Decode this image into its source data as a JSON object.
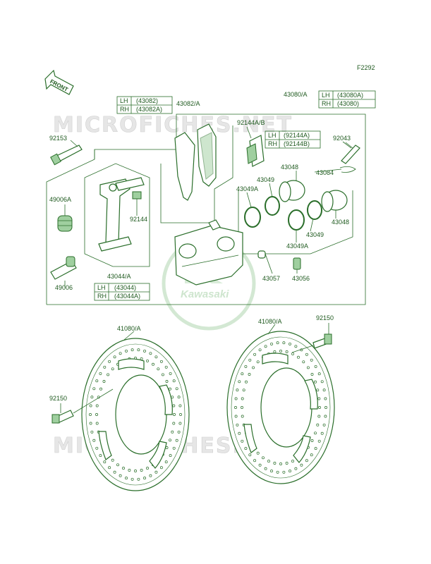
{
  "diagram_code": "F2292",
  "front_label": "FRONT",
  "watermark": "MICROFICHES.NET",
  "logo_text": "Kawasaki",
  "part_numbers": {
    "p43082A": "43082/A",
    "p43080A": "43080/A",
    "p92153": "92153",
    "p92144AB": "92144A/B",
    "p92043": "92043",
    "p43048a": "43048",
    "p43084": "43084",
    "p43049a": "43049",
    "p49006A": "49006A",
    "p43049A_a": "43049A",
    "p92144": "92144",
    "p43048b": "43048",
    "p43049b": "43049",
    "p43049A_b": "43049A",
    "p49006": "49006",
    "p43044A": "43044/A",
    "p43057": "43057",
    "p43056": "43056",
    "p41080A_left": "41080/A",
    "p41080A_right": "41080/A",
    "p92150_left": "92150",
    "p92150_right": "92150"
  },
  "tables": {
    "pads": [
      {
        "side": "LH",
        "part": "(43082)"
      },
      {
        "side": "RH",
        "part": "(43082A)"
      }
    ],
    "caliper": [
      {
        "side": "LH",
        "part": "(43080A)"
      },
      {
        "side": "RH",
        "part": "(43080)"
      }
    ],
    "shims": [
      {
        "side": "LH",
        "part": "(92144A)"
      },
      {
        "side": "RH",
        "part": "(92144B)"
      }
    ],
    "bracket": [
      {
        "side": "LH",
        "part": "(43044)"
      },
      {
        "side": "RH",
        "part": "(43044A)"
      }
    ]
  }
}
